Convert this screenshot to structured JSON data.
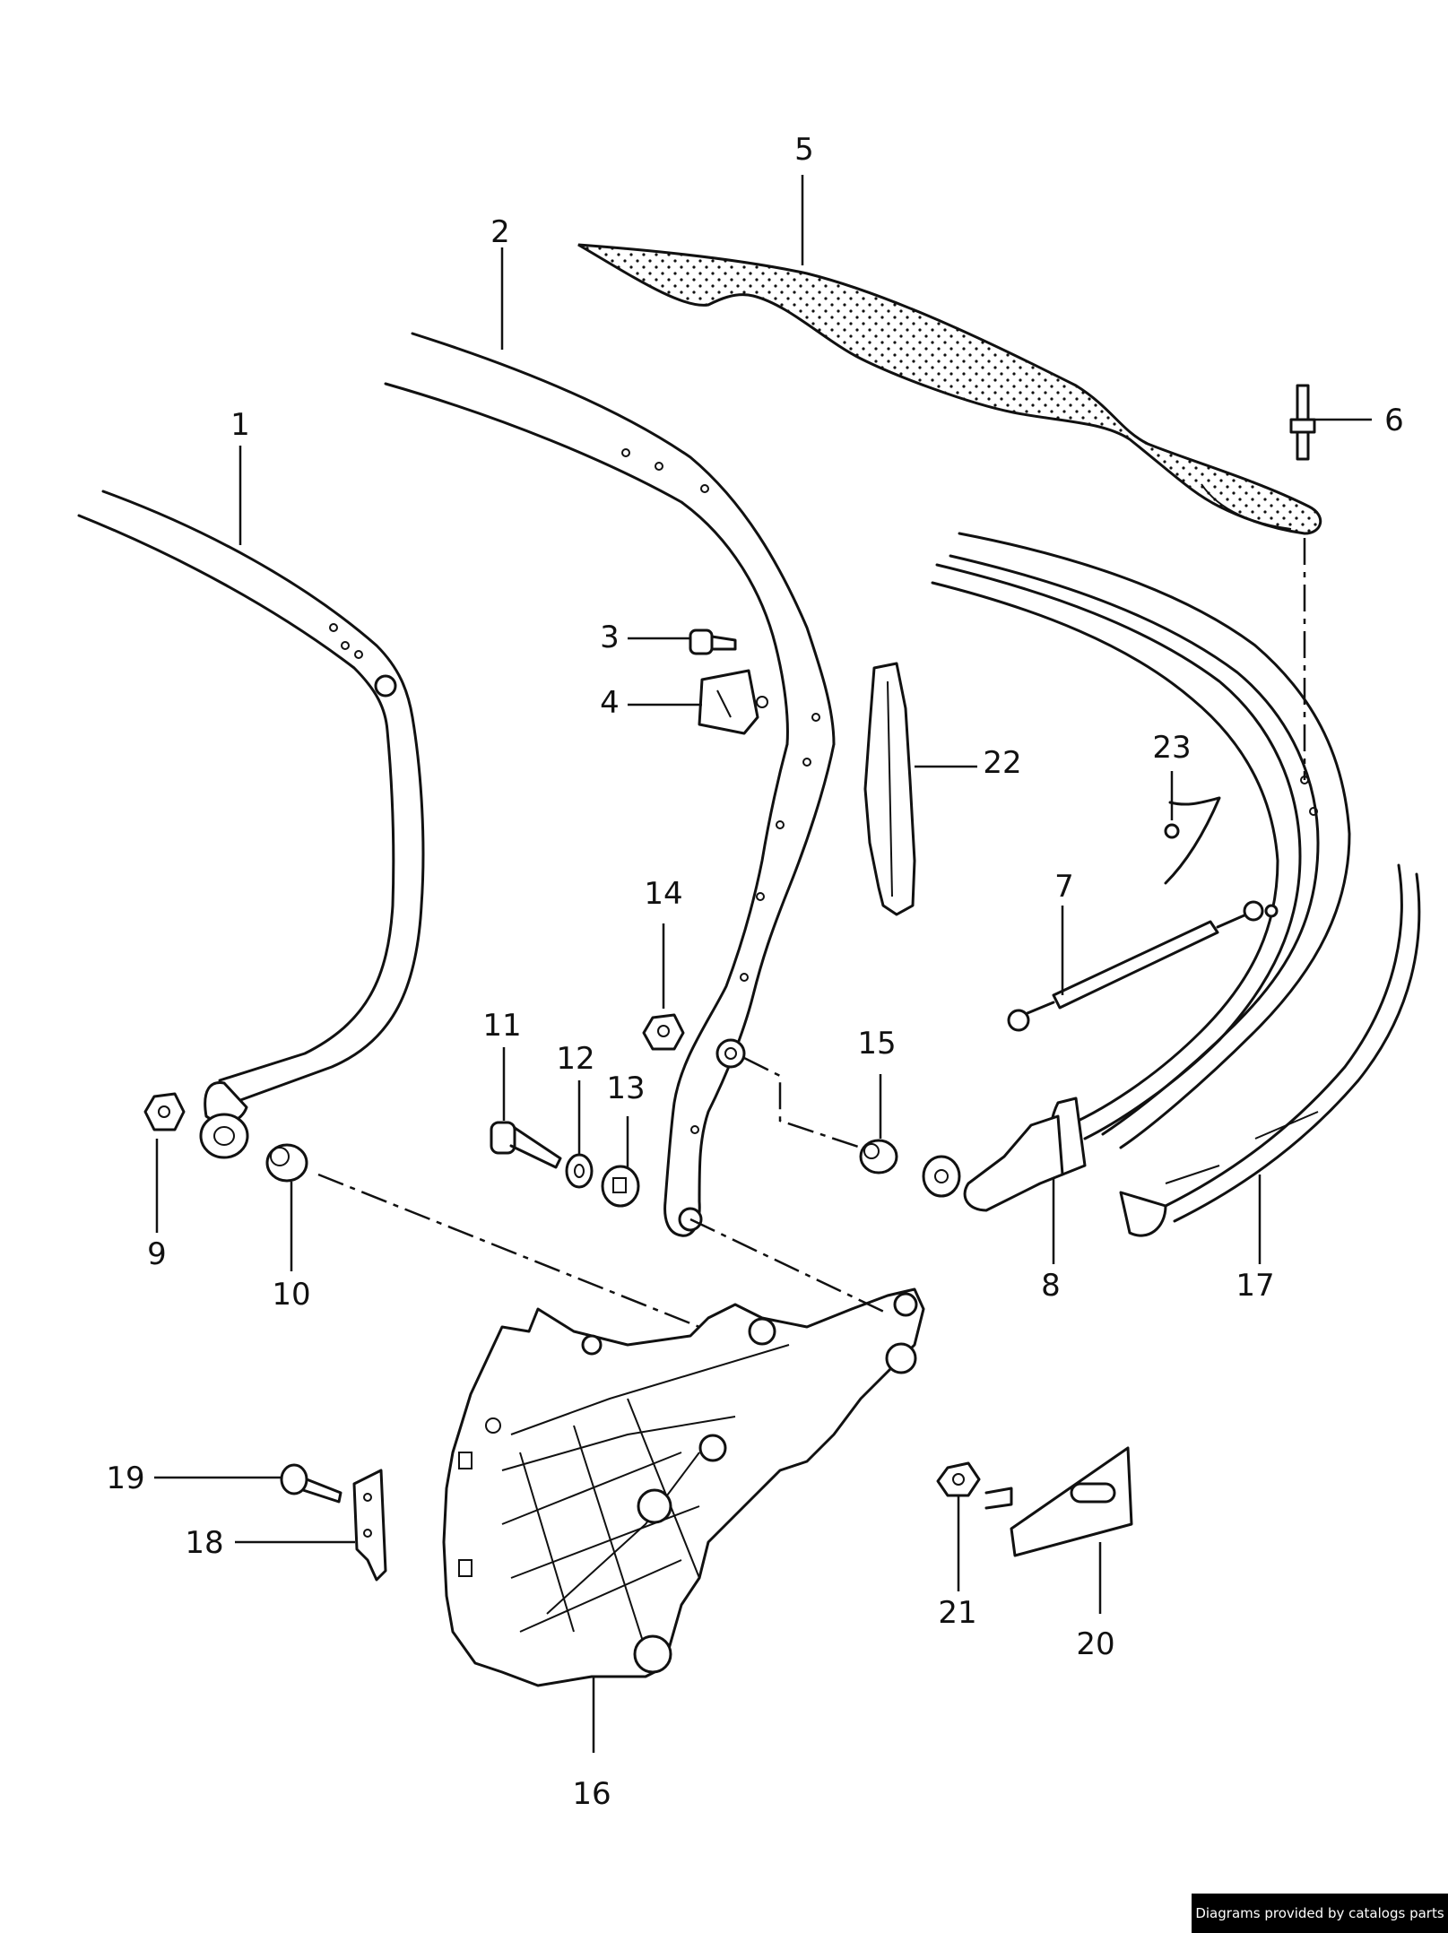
{
  "callouts": [
    "1",
    "2",
    "3",
    "4",
    "5",
    "6",
    "7",
    "8",
    "9",
    "10",
    "11",
    "12",
    "13",
    "14",
    "15",
    "16",
    "17",
    "18",
    "19",
    "20",
    "21",
    "22",
    "23"
  ],
  "footer": {
    "credit": "Diagrams provided by catalogs parts"
  },
  "colors": {
    "line": "#111111",
    "background": "#ffffff",
    "badge": "#000000"
  }
}
